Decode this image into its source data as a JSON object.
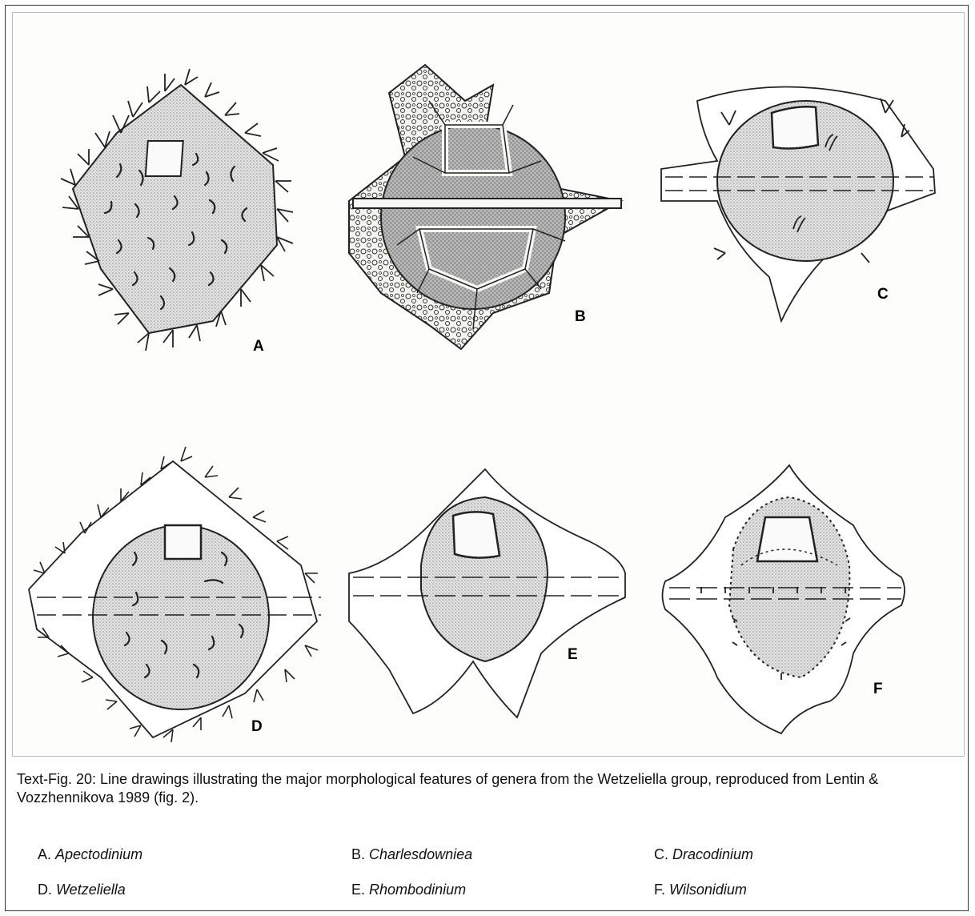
{
  "figure": {
    "panels": [
      {
        "id": "A",
        "label": "A"
      },
      {
        "id": "B",
        "label": "B"
      },
      {
        "id": "C",
        "label": "C"
      },
      {
        "id": "D",
        "label": "D"
      },
      {
        "id": "E",
        "label": "E"
      },
      {
        "id": "F",
        "label": "F"
      }
    ]
  },
  "caption": {
    "text": "Text-Fig. 20: Line drawings illustrating the major morphological features of genera from the Wetzeliella group, reproduced from Lentin & Vozzhennikova 1989 (fig. 2)."
  },
  "legend": [
    {
      "letter": "A.",
      "genus": "Apectodinium"
    },
    {
      "letter": "B.",
      "genus": "Charlesdowniea"
    },
    {
      "letter": "C.",
      "genus": "Dracodinium"
    },
    {
      "letter": "D.",
      "genus": "Wetzeliella"
    },
    {
      "letter": "E.",
      "genus": "Rhombodinium"
    },
    {
      "letter": "F.",
      "genus": "Wilsonidium"
    }
  ],
  "colors": {
    "stipple": "#cfcfcf",
    "line": "#222222",
    "border": "#333333"
  }
}
